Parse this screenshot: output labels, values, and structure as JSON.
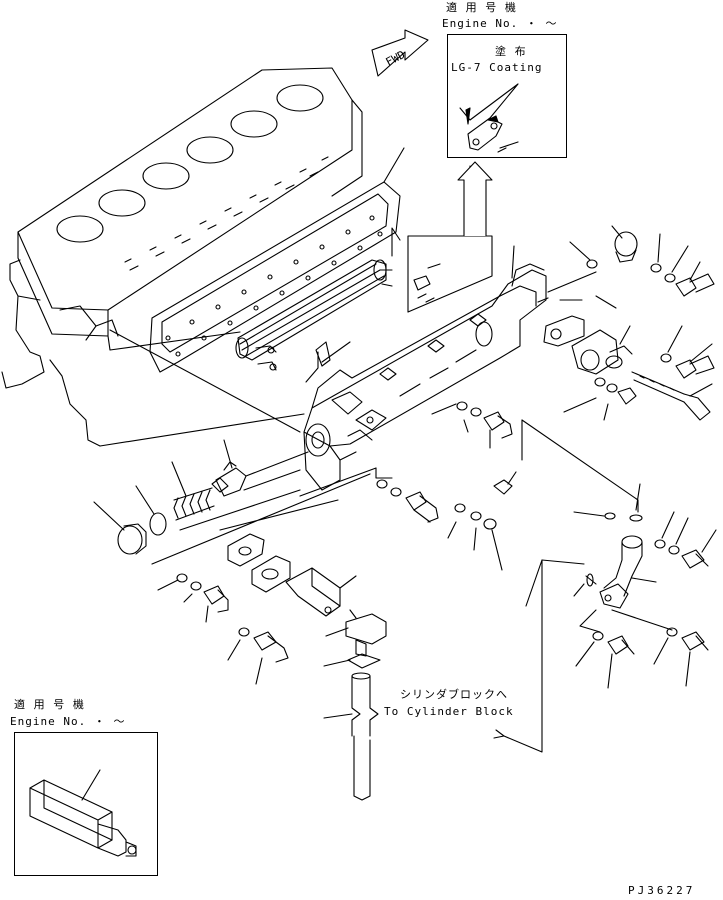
{
  "inset_top": {
    "applicable_models_jp": "適 用 号 機",
    "engine_no": "Engine No.  ・ 〜",
    "coating_jp": "塗 布",
    "coating_en": "LG-7 Coating"
  },
  "inset_bottom": {
    "applicable_models_jp": "適 用 号 機",
    "engine_no": "Engine No.  ・ 〜"
  },
  "fwd_label": "FWD",
  "callout_cylinder_block": {
    "jp": "シリンダブロックへ",
    "en": "To Cylinder Block"
  },
  "drawing_code": "PJ36227"
}
